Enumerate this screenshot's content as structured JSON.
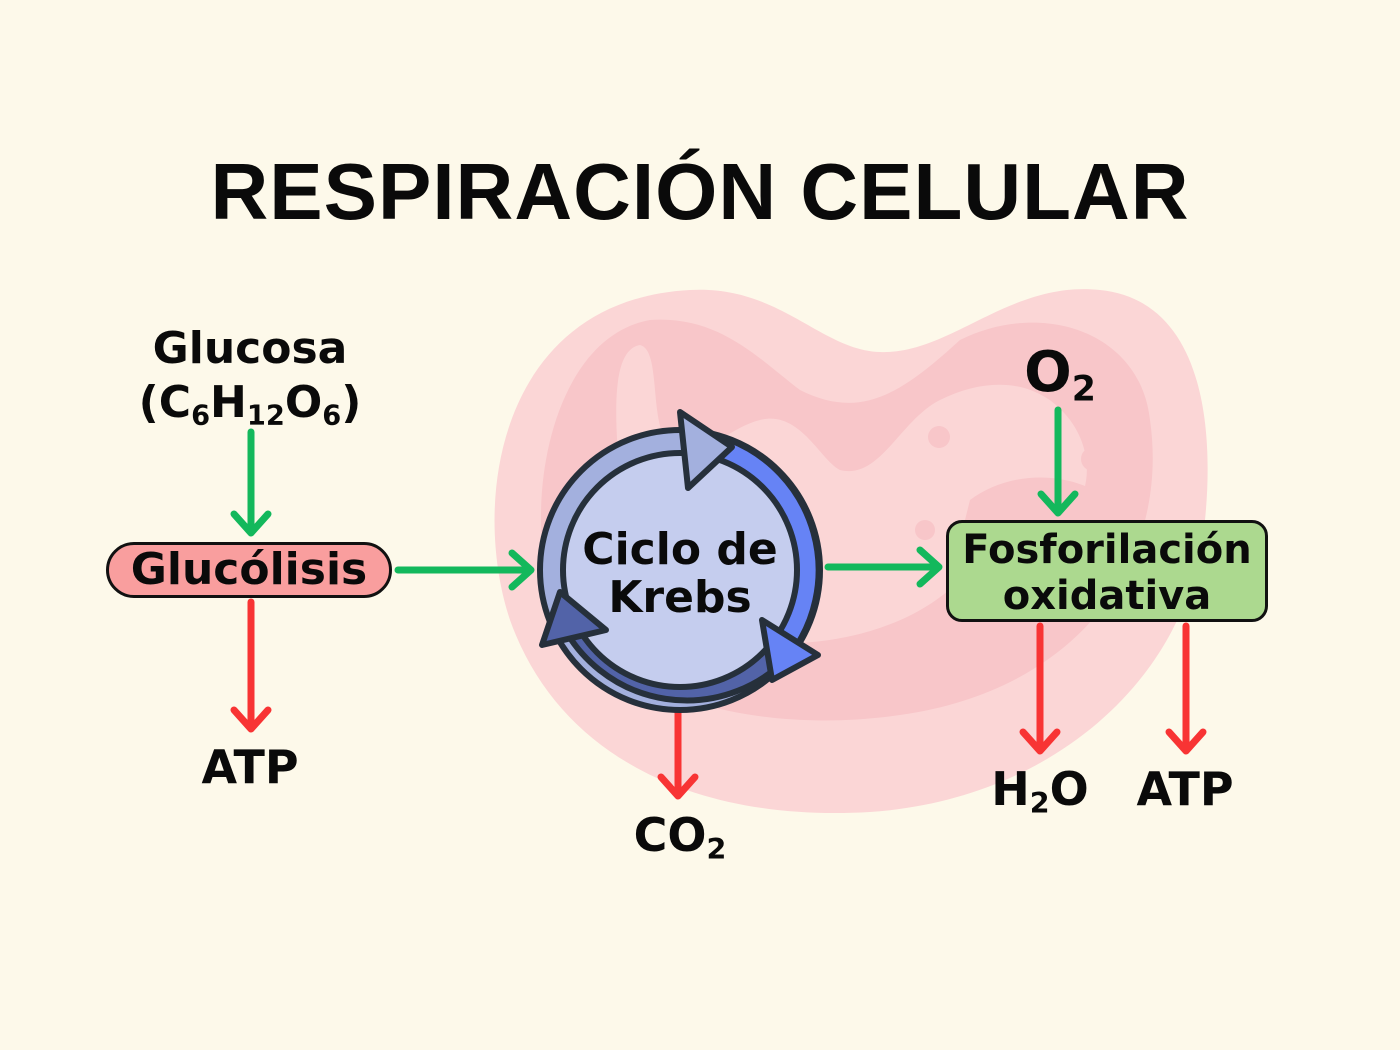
{
  "title": "RESPIRACIÓN CELULAR",
  "background_illustration": "mitochondrion",
  "colors": {
    "background": "#fdf9ea",
    "mitochondrion_outer": "#fbd6d6",
    "mitochondrion_inner": "#f8c6c9",
    "input_arrow": "#13b85c",
    "output_arrow": "#f83434",
    "glycolysis_fill": "#f99e9e",
    "oxphos_fill": "#acd98f",
    "krebs_fill": "#c5cdee",
    "krebs_arrow_light": "#a3b0de",
    "krebs_arrow_bright": "#6683f5",
    "krebs_arrow_dark": "#5263a8"
  },
  "nodes": {
    "glucose": {
      "name": "Glucosa",
      "formula_parts": [
        "(C",
        "6",
        "H",
        "12",
        "O",
        "6",
        ")"
      ]
    },
    "glycolysis": {
      "label": "Glucólisis"
    },
    "krebs": {
      "line1": "Ciclo de",
      "line2": "Krebs",
      "icon": "cycle-arrows-icon"
    },
    "oxphos": {
      "line1": "Fosforilación",
      "line2": "oxidativa"
    },
    "oxygen": {
      "base": "O",
      "sub": "2"
    },
    "atp_glycolysis": {
      "label": "ATP"
    },
    "co2": {
      "base": "CO",
      "sub": "2"
    },
    "water": {
      "pre": "H",
      "sub": "2",
      "post": "O"
    },
    "atp_oxphos": {
      "label": "ATP"
    }
  },
  "edges": [
    {
      "from": "Glucosa",
      "to": "Glucólisis",
      "type": "input"
    },
    {
      "from": "Glucólisis",
      "to": "ATP",
      "type": "output"
    },
    {
      "from": "Glucólisis",
      "to": "Ciclo de Krebs",
      "type": "input"
    },
    {
      "from": "Ciclo de Krebs",
      "to": "CO2",
      "type": "output"
    },
    {
      "from": "Ciclo de Krebs",
      "to": "Fosforilación oxidativa",
      "type": "input"
    },
    {
      "from": "O2",
      "to": "Fosforilación oxidativa",
      "type": "input"
    },
    {
      "from": "Fosforilación oxidativa",
      "to": "H2O",
      "type": "output"
    },
    {
      "from": "Fosforilación oxidativa",
      "to": "ATP",
      "type": "output"
    }
  ]
}
